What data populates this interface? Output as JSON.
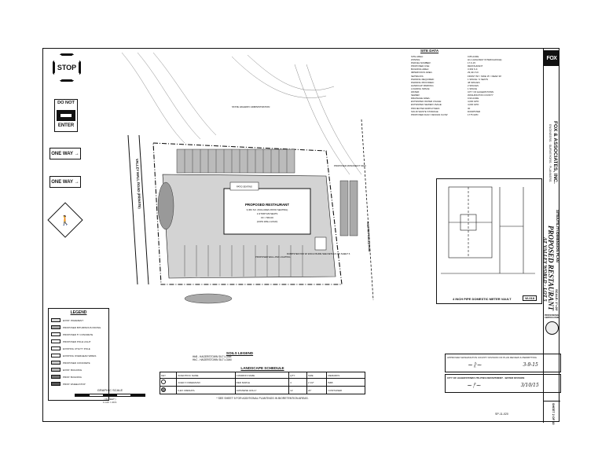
{
  "signs": {
    "stop": "STOP",
    "do_not_enter_top": "DO NOT",
    "do_not_enter_bottom": "ENTER",
    "one_way_1": "ONE WAY",
    "one_way_2": "ONE WAY"
  },
  "legend": {
    "title": "LEGEND",
    "items": [
      "EXIST. PAVEMENT",
      "PROPOSED BITUMINOUS PAVING",
      "PROPOSED 5\" CONCRETE",
      "PROPOSED POLE LIGHT",
      "EXISTING UTILITY POLE",
      "EXISTING OVERHEAD WIRES",
      "PROPOSED CONCRETE",
      "EXIST. BUILDING",
      "PROP. BUILDING",
      "PROP. WHEELSTOP"
    ]
  },
  "graphic_scale": {
    "title": "GRAPHIC SCALE",
    "units": "( IN FEET )",
    "ratio": "1 inch = 20 ft."
  },
  "plan": {
    "building_title": "PROPOSED RESTAURANT",
    "building_area": "3,363 S.F. (INCLUDES PATIO SEATING)",
    "building_stories": "1-STORY/29 SEATS",
    "building_ff": "FF = 563.00",
    "building_seats": "(133% WALL HOLD)",
    "patio": "PATIO SEATING",
    "road_left": "VALLEY MALL ROAD (PRIVATE)",
    "road_right": "HALFWAY BOULEVARD",
    "state_admin": "STATE HIGHWAY ADMINISTRATION",
    "note_proposed_sign": "PROPOSED MONUMENT SIGN",
    "note_dumpster": "DUMPSTER PAD W/ ENCLOSURE SEE DETAILS ON SHEET 6",
    "note_lighting": "PROPOSED WALL-PAK LIGHTING"
  },
  "site_data": {
    "title": "SITE DATA",
    "rows": [
      [
        "SITE AREA:",
        "0.85 ACRE"
      ],
      [
        "ZONING:",
        "HI-1 (HIGHWAY INTERCHANGE)"
      ],
      [
        "PARCEL NUMBER:",
        "17-6-15"
      ],
      [
        "PROPOSED USE:",
        "RESTAURANT"
      ],
      [
        "BUILDING AREA:",
        "3,363 S.F."
      ],
      [
        "IMPERVIOUS AREA:",
        "29,421 S.F."
      ],
      [
        "SETBACKS:",
        "FRONT 50' / SIDE 15' / REAR 30'"
      ],
      [
        "PARKING REQUIRED:",
        "1 SPACE / 3 SEATS"
      ],
      [
        "PARKING PROVIDED:",
        "48 SPACES"
      ],
      [
        "HANDICAP PARKING:",
        "2 SPACES"
      ],
      [
        "LOADING SPACE:",
        "1 SPACE"
      ],
      [
        "WATER:",
        "CITY OF HAGERSTOWN"
      ],
      [
        "SEWER:",
        "WASHINGTON COUNTY"
      ],
      [
        "DRAINAGE AREA:",
        "0.90 ACRE"
      ],
      [
        "ESTIMATED WATER USAGE:",
        "4,000 GPD"
      ],
      [
        "ESTIMATED SEWER USAGE:",
        "4,000 GPD"
      ],
      [
        "PROJECTED EMPLOYEES:",
        "30"
      ],
      [
        "SOLID WASTE STORAGE:",
        "DUMPSTER"
      ],
      [
        "PROPOSED DAILY DESIGN FLOW:",
        "1775 GPD"
      ]
    ]
  },
  "detail": {
    "title": "4 INCH PIPE DOMESTIC METER VAULT",
    "code": "W-018"
  },
  "soils": {
    "title": "SOILS LEGEND",
    "rows": [
      "HbB - HAGERSTOWN SILT LOAM",
      "HbC - HAGERSTOWN SILT LOAM"
    ]
  },
  "landscape": {
    "title": "LANDSCAPE SCHEDULE",
    "headers": [
      "KEY",
      "SCIENTIFIC NAME",
      "COMMON NAME",
      "QTY.",
      "SIZE",
      "REMARKS"
    ],
    "rows": [
      [
        "",
        "ACER X FREEMANII",
        "RED MAPLE",
        "4",
        "2 1/2\"",
        "B&B"
      ],
      [
        "",
        "ILEX CRENATA",
        "JAPANESE HOLLY",
        "12",
        "24\"",
        "CONTAINER"
      ]
    ],
    "note": "* SEE SHEET 5 FOR ADDITIONAL PLANTINGS IN BIORETENTION AREAS."
  },
  "approval": {
    "box1": "APPROVED WASHINGTON COUNTY DIVISION OF PLAN REVIEW & PERMITTING",
    "box2": "CITY OF HAGERSTOWN UTILITIES DEPARTMENT - WATER DIVISION",
    "date1": "3-9-15",
    "date2": "3/10/15"
  },
  "title_block": {
    "logo": "FOX",
    "company": "FOX & ASSOCIATES, INC.",
    "company_sub": "ENGINEERS · SURVEYORS · PLANNERS",
    "plan_type": "SITE/UTILITY/DIMENSION PLAN",
    "project": "PROPOSED RESTAURANT",
    "location": "AT VALLEY WORLD - LOT 5",
    "scale": "SCALE: 1\"=20'",
    "cert": "PROFESSIONAL CERTIFICATION",
    "sheet": "SHEET 2 OF 10"
  },
  "file_no": "SP-11-020"
}
